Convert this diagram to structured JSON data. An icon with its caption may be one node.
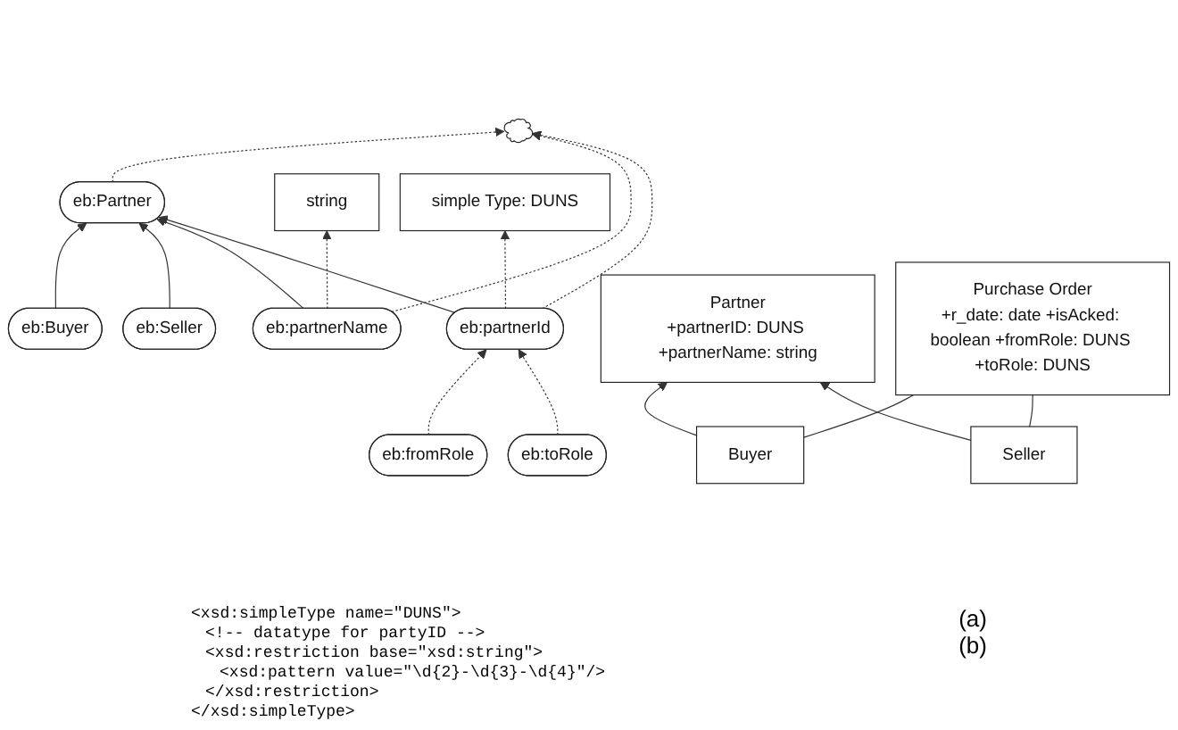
{
  "diagram": {
    "nodes": [
      {
        "text": [],
        "shape": "cloud"
      },
      {
        "text": [
          "eb:Partner"
        ]
      },
      {
        "text": [
          "eb:partnerId"
        ]
      },
      {
        "text": [
          "eb:Buyer"
        ]
      },
      {
        "text": [
          "eb:partnerName"
        ]
      },
      {
        "text": [
          "eb:fromRole"
        ]
      },
      {
        "text": [
          "eb:Seller"
        ]
      },
      {
        "text": [
          "eb:toRole"
        ]
      },
      {
        "text": [
          "string"
        ]
      },
      {
        "text": [
          "simple Type: DUNS"
        ]
      },
      {
        "text": [
          "Partner",
          "+partnerID: DUNS +partnerName: string"
        ]
      },
      {
        "text": [
          "Buyer"
        ]
      },
      {
        "text": [
          "Seller"
        ]
      },
      {
        "text": [
          "Purchase Order",
          "+r_date: date +isAcked: boolean +fromRole: DUNS +toRole: DUNS"
        ]
      }
    ],
    "edges": [
      {
        "from": 1,
        "to": 0,
        "arrow": "to",
        "style": "dashed"
      },
      {
        "from": 4,
        "to": 0,
        "arrow": "to",
        "style": "dashed"
      },
      {
        "from": 2,
        "to": 0,
        "arrow": "to",
        "style": "dashed"
      },
      {
        "from": 3,
        "to": 1,
        "arrow": "to"
      },
      {
        "from": 6,
        "to": 1,
        "arrow": "to"
      },
      {
        "from": 4,
        "to": 1,
        "arrow": "to"
      },
      {
        "from": 2,
        "to": 1,
        "arrow": "to"
      },
      {
        "from": 4,
        "to": 8,
        "arrow": "to",
        "style": "dashed"
      },
      {
        "from": 2,
        "to": 9,
        "arrow": "to",
        "style": "dashed"
      },
      {
        "from": 5,
        "to": 2,
        "arrow": "to",
        "style": "dashed"
      },
      {
        "from": 7,
        "to": 2,
        "arrow": "to",
        "style": "dashed"
      },
      {
        "from": 11,
        "to": 10,
        "arrow": "to"
      },
      {
        "from": 12,
        "to": 10,
        "arrow": "to"
      },
      {
        "from": 11,
        "to": 13,
        "arrow": "none"
      },
      {
        "from": 12,
        "to": 13,
        "arrow": "none"
      }
    ],
    "labels": [
      "<xsd:simpleType name=\"DUNS\">",
      "<!-- datatype for partyID -->",
      "<xsd:restriction base=\"xsd:string\">",
      "<xsd:pattern value=\"\\d{2}-\\d{3}-\\d{4}\"/>",
      "</xsd:restriction>",
      "</xsd:simpleType>",
      "(a)",
      "(b)"
    ]
  }
}
